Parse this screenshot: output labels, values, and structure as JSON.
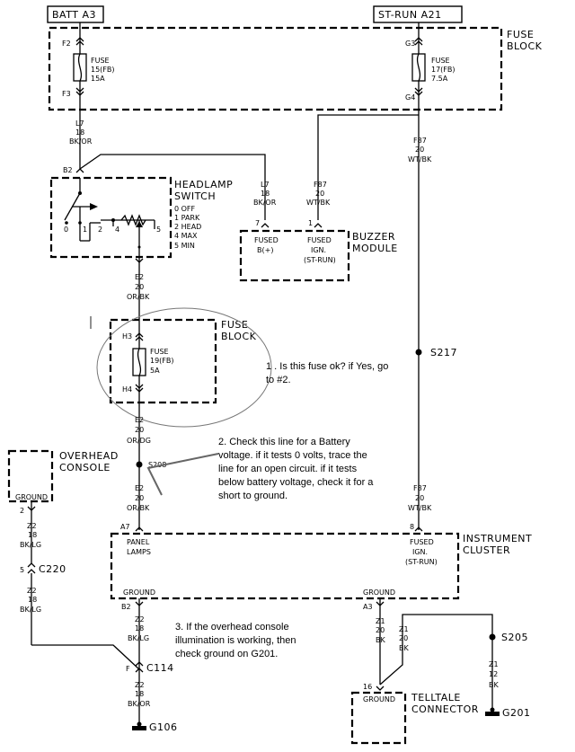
{
  "sources": {
    "batt": "BATT A3",
    "strun": "ST-RUN A21"
  },
  "fuse_block_top": {
    "title_line1": "FUSE",
    "title_line2": "BLOCK",
    "fuse_left": {
      "top_pin": "F2",
      "bottom_pin": "F3",
      "line1": "FUSE",
      "line2": "15(FB)",
      "line3": "15A"
    },
    "fuse_right": {
      "top_pin": "G3",
      "bottom_pin": "G4",
      "line1": "FUSE",
      "line2": "17(FB)",
      "line3": "7.5A"
    }
  },
  "wires": {
    "l7_a": {
      "name": "L7",
      "gauge": "18",
      "color": "BK/OR"
    },
    "l7_b": {
      "name": "L7",
      "gauge": "18",
      "color": "BK/OR"
    },
    "f87_a": {
      "name": "F87",
      "gauge": "20",
      "color": "WT/BK"
    },
    "f87_b": {
      "name": "F87",
      "gauge": "20",
      "color": "WT/BK"
    },
    "f87_c": {
      "name": "F87",
      "gauge": "20",
      "color": "WT/BK"
    },
    "e2_a": {
      "name": "E2",
      "gauge": "20",
      "color": "OR/BK"
    },
    "e2_b": {
      "name": "E2",
      "gauge": "20",
      "color": "OR/DG"
    },
    "e2_c": {
      "name": "E2",
      "gauge": "20",
      "color": "OR/BK"
    },
    "z2_a": {
      "name": "Z2",
      "gauge": "18",
      "color": "BK/LG"
    },
    "z2_b": {
      "name": "Z2",
      "gauge": "18",
      "color": "BK/LG"
    },
    "z2_c": {
      "name": "Z2",
      "gauge": "18",
      "color": "BK/LG"
    },
    "z2_d": {
      "name": "Z2",
      "gauge": "18",
      "color": "BK/OR"
    },
    "z1_a": {
      "name": "Z1",
      "gauge": "20",
      "color": "BK"
    },
    "z1_b": {
      "name": "Z1",
      "gauge": "20",
      "color": "BK"
    },
    "z1_c": {
      "name": "Z1",
      "gauge": "12",
      "color": "BK"
    }
  },
  "headlamp_switch": {
    "pin": "B2",
    "title_line1": "HEADLAMP",
    "title_line2": "SWITCH",
    "positions": [
      "0 OFF",
      "1 PARK",
      "2 HEAD",
      "4 MAX",
      "5 MIN"
    ],
    "contacts": [
      "0",
      "1",
      "2",
      "4",
      "5"
    ]
  },
  "buzzer_module": {
    "title_line1": "BUZZER",
    "title_line2": "MODULE",
    "pin_left": "7",
    "pin_right": "1",
    "left_line1": "FUSED",
    "left_line2": "B(+)",
    "right_line1": "FUSED",
    "right_line2": "IGN.",
    "right_line3": "(ST-RUN)"
  },
  "fuse_block_mid": {
    "title_line1": "FUSE",
    "title_line2": "BLOCK",
    "top_pin": "H3",
    "bottom_pin": "H4",
    "line1": "FUSE",
    "line2": "19(FB)",
    "line3": "5A"
  },
  "overhead_console": {
    "title_line1": "OVERHEAD",
    "title_line2": "CONSOLE",
    "ground": "GROUND",
    "pin": "2"
  },
  "instrument_cluster": {
    "title_line1": "INSTRUMENT",
    "title_line2": "CLUSTER",
    "pin_a7": "A7",
    "pin_8": "8",
    "pin_b2": "B2",
    "pin_a3": "A3",
    "panel_line1": "PANEL",
    "panel_line2": "LAMPS",
    "fused_line1": "FUSED",
    "fused_line2": "IGN.",
    "fused_line3": "(ST-RUN)",
    "ground_left": "GROUND",
    "ground_right": "GROUND"
  },
  "telltale_connector": {
    "title_line1": "TELLTALE",
    "title_line2": "CONNECTOR",
    "ground": "GROUND",
    "pin": "16"
  },
  "splices": {
    "s208": "S208",
    "s217": "S217",
    "s205": "S205"
  },
  "connectors": {
    "c220_pin": "5",
    "c220": "C220",
    "c114_pin": "F",
    "c114": "C114"
  },
  "grounds": {
    "g106": "G106",
    "g201": "G201"
  },
  "notes": {
    "note1_line1": "1 .  Is this fuse ok? if Yes, go",
    "note1_line2": "to #2.",
    "note2_line1": "2. Check this line for a Battery",
    "note2_line2": "voltage. if it tests 0 volts, trace the",
    "note2_line3": "line for an open circuit. if it tests",
    "note2_line4": "below battery voltage, check it for a",
    "note2_line5": "short to ground.",
    "note3_line1": "3. If the overhead console",
    "note3_line2": "illumination is working, then",
    "note3_line3": "check ground on G201."
  }
}
